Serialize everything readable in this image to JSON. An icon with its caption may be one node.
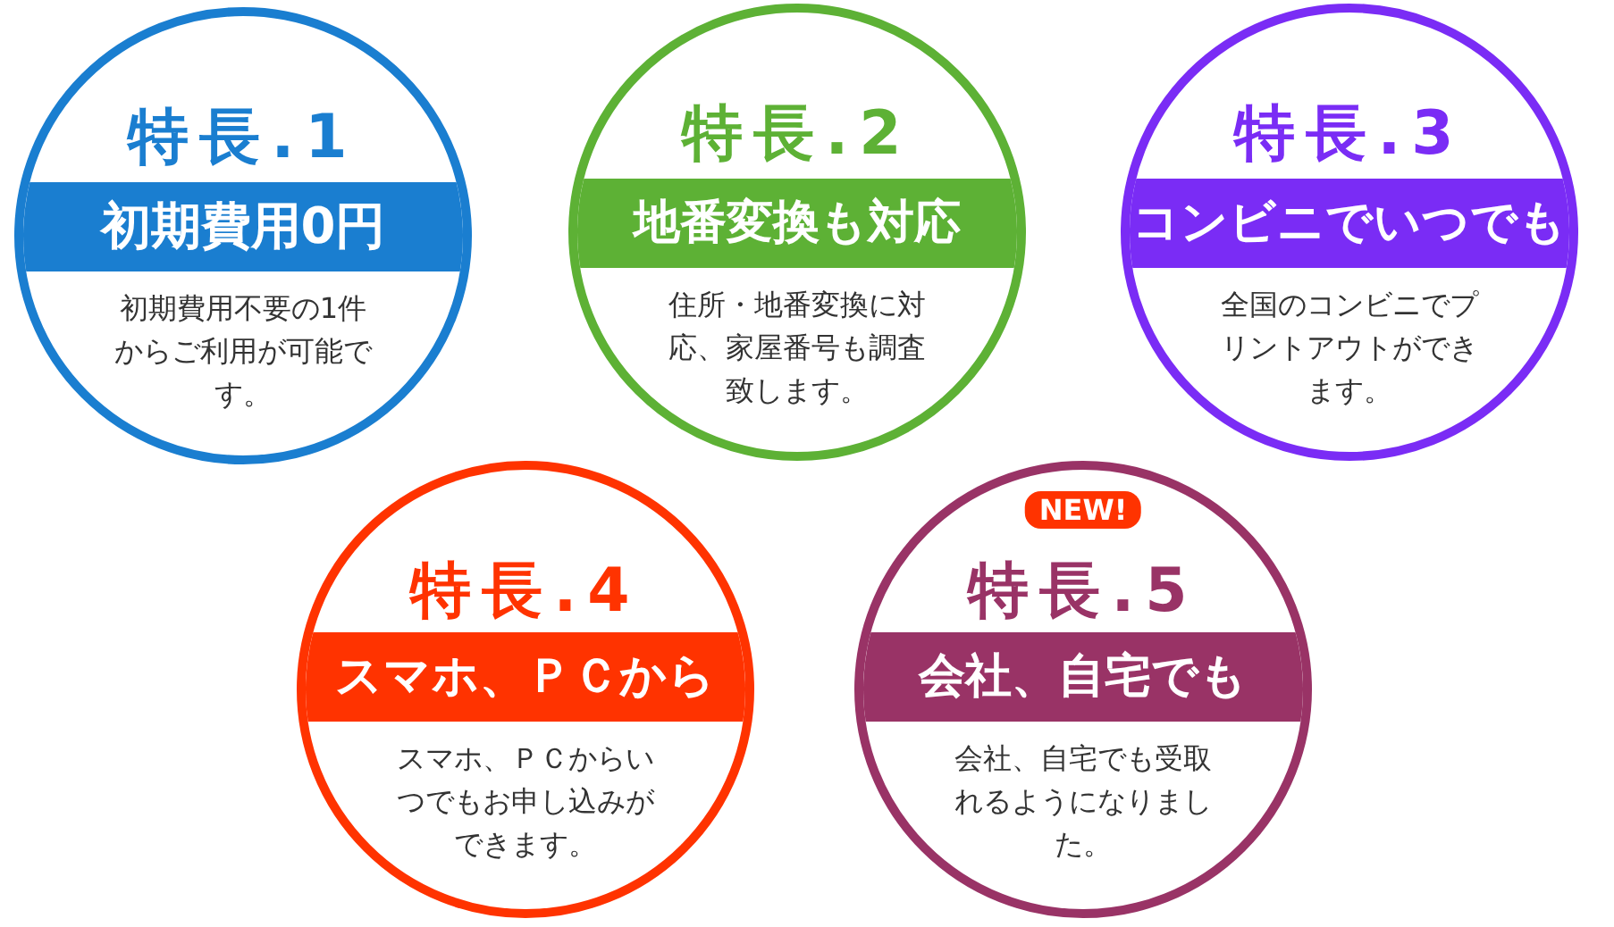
{
  "diagram": {
    "nodes": [
      {
        "text": [
          "特長.1",
          "初期費用0円",
          "初期費用不要の1件からご利用が可能です。"
        ]
      },
      {
        "text": [
          "特長.2",
          "地番変換も対応",
          "住所・地番変換に対応、家屋番号も調査致します。"
        ]
      },
      {
        "text": [
          "特長.3",
          "コンビニでいつでも",
          "全国のコンビニでプリントアウトができます。"
        ]
      },
      {
        "text": [
          "特長.4",
          "スマホ、ＰＣから",
          "スマホ、ＰＣからいつでもお申し込みができます。"
        ]
      },
      {
        "text": [
          "特長.5",
          "会社、自宅でも",
          "会社、自宅でも受取れるようになりました。"
        ]
      },
      {
        "text": [
          "NEW!"
        ],
        "in": 4
      }
    ]
  }
}
